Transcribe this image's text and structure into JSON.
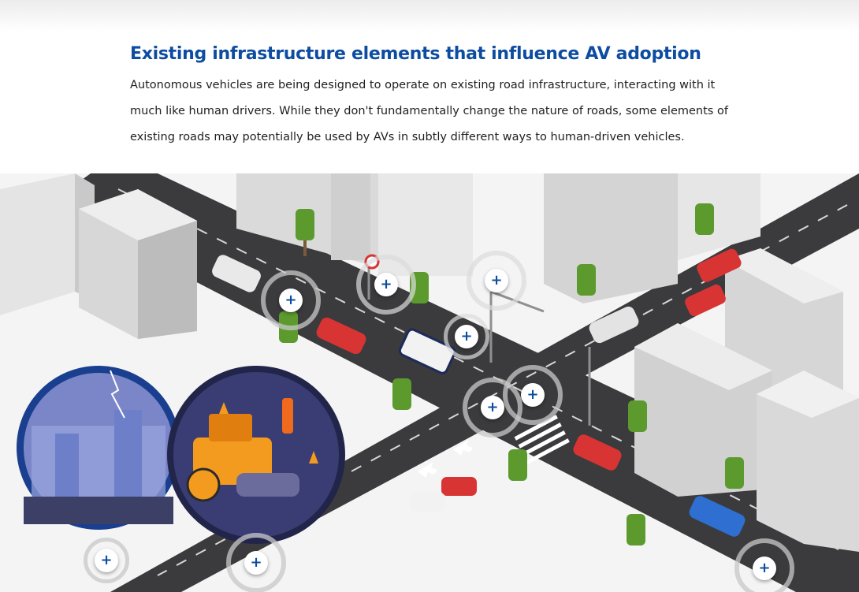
{
  "intro": {
    "title": "Existing infrastructure elements that influence AV adoption",
    "body": "Autonomous vehicles are being designed to operate on existing road infrastructure, interacting with it much like human drivers. While they don't fundamentally change the nature of roads, some elements of existing roads may potentially be used by AVs in subtly different ways to human-driven vehicles."
  },
  "hotspots": [
    {
      "id": "street-parking",
      "symbol": "+"
    },
    {
      "id": "road-sign",
      "symbol": "+"
    },
    {
      "id": "streetlight",
      "symbol": "+"
    },
    {
      "id": "av-shuttle-stop",
      "symbol": "+"
    },
    {
      "id": "traffic-signal",
      "symbol": "+"
    },
    {
      "id": "intersection-crossing",
      "symbol": "+"
    },
    {
      "id": "weather-conditions",
      "symbol": "+"
    },
    {
      "id": "road-maintenance",
      "symbol": "+"
    },
    {
      "id": "roadworks",
      "symbol": "+"
    }
  ],
  "colors": {
    "title": "#0d4da1",
    "road": "#3b3b3d",
    "building": "#dcdcdc",
    "tree": "#5c9a2e",
    "hotspot_ring": "#c8c8c8"
  }
}
